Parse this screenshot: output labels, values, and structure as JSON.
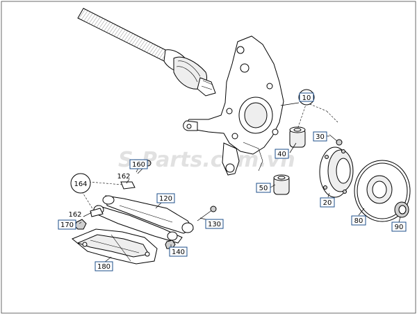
{
  "watermark": "S-Parts.com.vn",
  "labels": {
    "l10": "10",
    "l20": "20",
    "l30": "30",
    "l40": "40",
    "l50": "50",
    "l80": "80",
    "l90": "90",
    "l120": "120",
    "l130": "130",
    "l140": "140",
    "l160": "160",
    "l162a": "162",
    "l162b": "162",
    "l164": "164",
    "l170": "170",
    "l180": "180"
  }
}
